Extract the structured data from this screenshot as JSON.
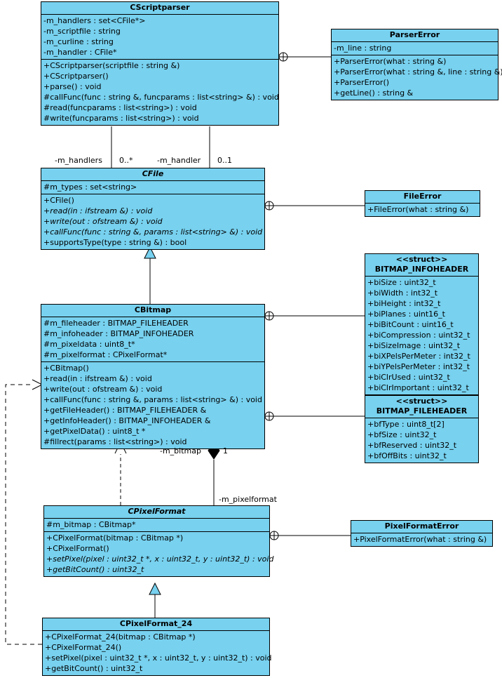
{
  "diagram": {
    "kind": "uml-class-diagram",
    "colors": {
      "class_fill": "#77D1EF",
      "stroke": "#000000",
      "background": "#FFFFFF"
    }
  },
  "classes": {
    "cscriptparser": {
      "name": "CScriptparser",
      "abstract": false,
      "attributes": [
        "-m_handlers : set<CFile*>",
        "-m_scriptfile : string",
        "-m_curline : string",
        "-m_handler : CFile*"
      ],
      "operations": [
        "+CScriptparser(scriptfile : string &)",
        "+CScriptparser()",
        "+parse() : void",
        "#callFunc(func : string &, funcparams : list<string> &) : void",
        "#read(funcparams : list<string>) : void",
        "#write(funcparams : list<string>) : void"
      ]
    },
    "parsererror": {
      "name": "ParserError",
      "abstract": false,
      "attributes": [
        "-m_line : string"
      ],
      "operations": [
        "+ParserError(what : string &)",
        "+ParserError(what : string &, line : string &)",
        "+ParserError()",
        "+getLine() : string &"
      ]
    },
    "cfile": {
      "name": "CFile",
      "abstract": true,
      "attributes": [
        "#m_types : set<string>"
      ],
      "operations": [
        {
          "text": "+CFile()",
          "abstract": false
        },
        {
          "text": "+read(in : ifstream &) : void",
          "abstract": true
        },
        {
          "text": "+write(out : ofstream &) : void",
          "abstract": true
        },
        {
          "text": "+callFunc(func : string &, params : list<string> &) : void",
          "abstract": true
        },
        {
          "text": "+supportsType(type : string &) : bool",
          "abstract": false
        }
      ]
    },
    "fileerror": {
      "name": "FileError",
      "abstract": false,
      "attributes": [],
      "operations": [
        "+FileError(what : string &)"
      ]
    },
    "cbitmap": {
      "name": "CBitmap",
      "abstract": false,
      "attributes": [
        "#m_fileheader : BITMAP_FILEHEADER",
        "#m_infoheader : BITMAP_INFOHEADER",
        "#m_pixeldata : uint8_t*",
        "#m_pixelformat : CPixelFormat*"
      ],
      "operations": [
        "+CBitmap()",
        "+read(in : ifstream &) : void",
        "+write(out : ofstream &) : void",
        "+callFunc(func : string &, params : list<string> &) : void",
        "+getFileHeader() : BITMAP_FILEHEADER &",
        "+getInfoHeader() : BITMAP_INFOHEADER &",
        "+getPixelData() : uint8_t *",
        "#fillrect(params : list<string>) : void"
      ]
    },
    "bitmap_infoheader": {
      "stereotype": "<<struct>>",
      "name": "BITMAP_INFOHEADER",
      "abstract": false,
      "attributes": [
        "+biSize : uint32_t",
        "+biWidth : int32_t",
        "+biHeight : int32_t",
        "+biPlanes : uint16_t",
        "+biBitCount : uint16_t",
        "+biCompression : uint32_t",
        "+biSizeImage : uint32_t",
        "+biXPelsPerMeter : int32_t",
        "+biYPelsPerMeter : int32_t",
        "+biClrUsed : uint32_t",
        "+biClrImportant : uint32_t"
      ],
      "operations": []
    },
    "bitmap_fileheader": {
      "stereotype": "<<struct>>",
      "name": "BITMAP_FILEHEADER",
      "abstract": false,
      "attributes": [
        "+bfType : uint8_t[2]",
        "+bfSize : uint32_t",
        "+bfReserved : uint32_t",
        "+bfOffBits : uint32_t"
      ],
      "operations": []
    },
    "cpixelformat": {
      "name": "CPixelFormat",
      "abstract": true,
      "attributes": [
        "#m_bitmap : CBitmap*"
      ],
      "operations": [
        {
          "text": "+CPixelFormat(bitmap : CBitmap *)",
          "abstract": false
        },
        {
          "text": "+CPixelFormat()",
          "abstract": false
        },
        {
          "text": "+setPixel(pixel : uint32_t *, x : uint32_t, y : uint32_t) : void",
          "abstract": true
        },
        {
          "text": "+getBitCount() : uint32_t",
          "abstract": true
        }
      ]
    },
    "pixelformaterror": {
      "name": "PixelFormatError",
      "abstract": false,
      "attributes": [],
      "operations": [
        "+PixelFormatError(what : string &)"
      ]
    },
    "cpixelformat24": {
      "name": "CPixelFormat_24",
      "abstract": false,
      "attributes": [],
      "operations": [
        "+CPixelFormat_24(bitmap : CBitmap *)",
        "+CPixelFormat_24()",
        "+setPixel(pixel : uint32_t *, x : uint32_t, y : uint32_t) : void",
        "+getBitCount() : uint32_t"
      ]
    }
  },
  "edge_labels": {
    "handlers_role": "-m_handlers",
    "handlers_mult": "0..*",
    "handler_role": "-m_handler",
    "handler_mult": "0..1",
    "bitmap_role": "-m_bitmap",
    "bitmap_mult": "1",
    "pixelformat_role": "-m_pixelformat"
  }
}
